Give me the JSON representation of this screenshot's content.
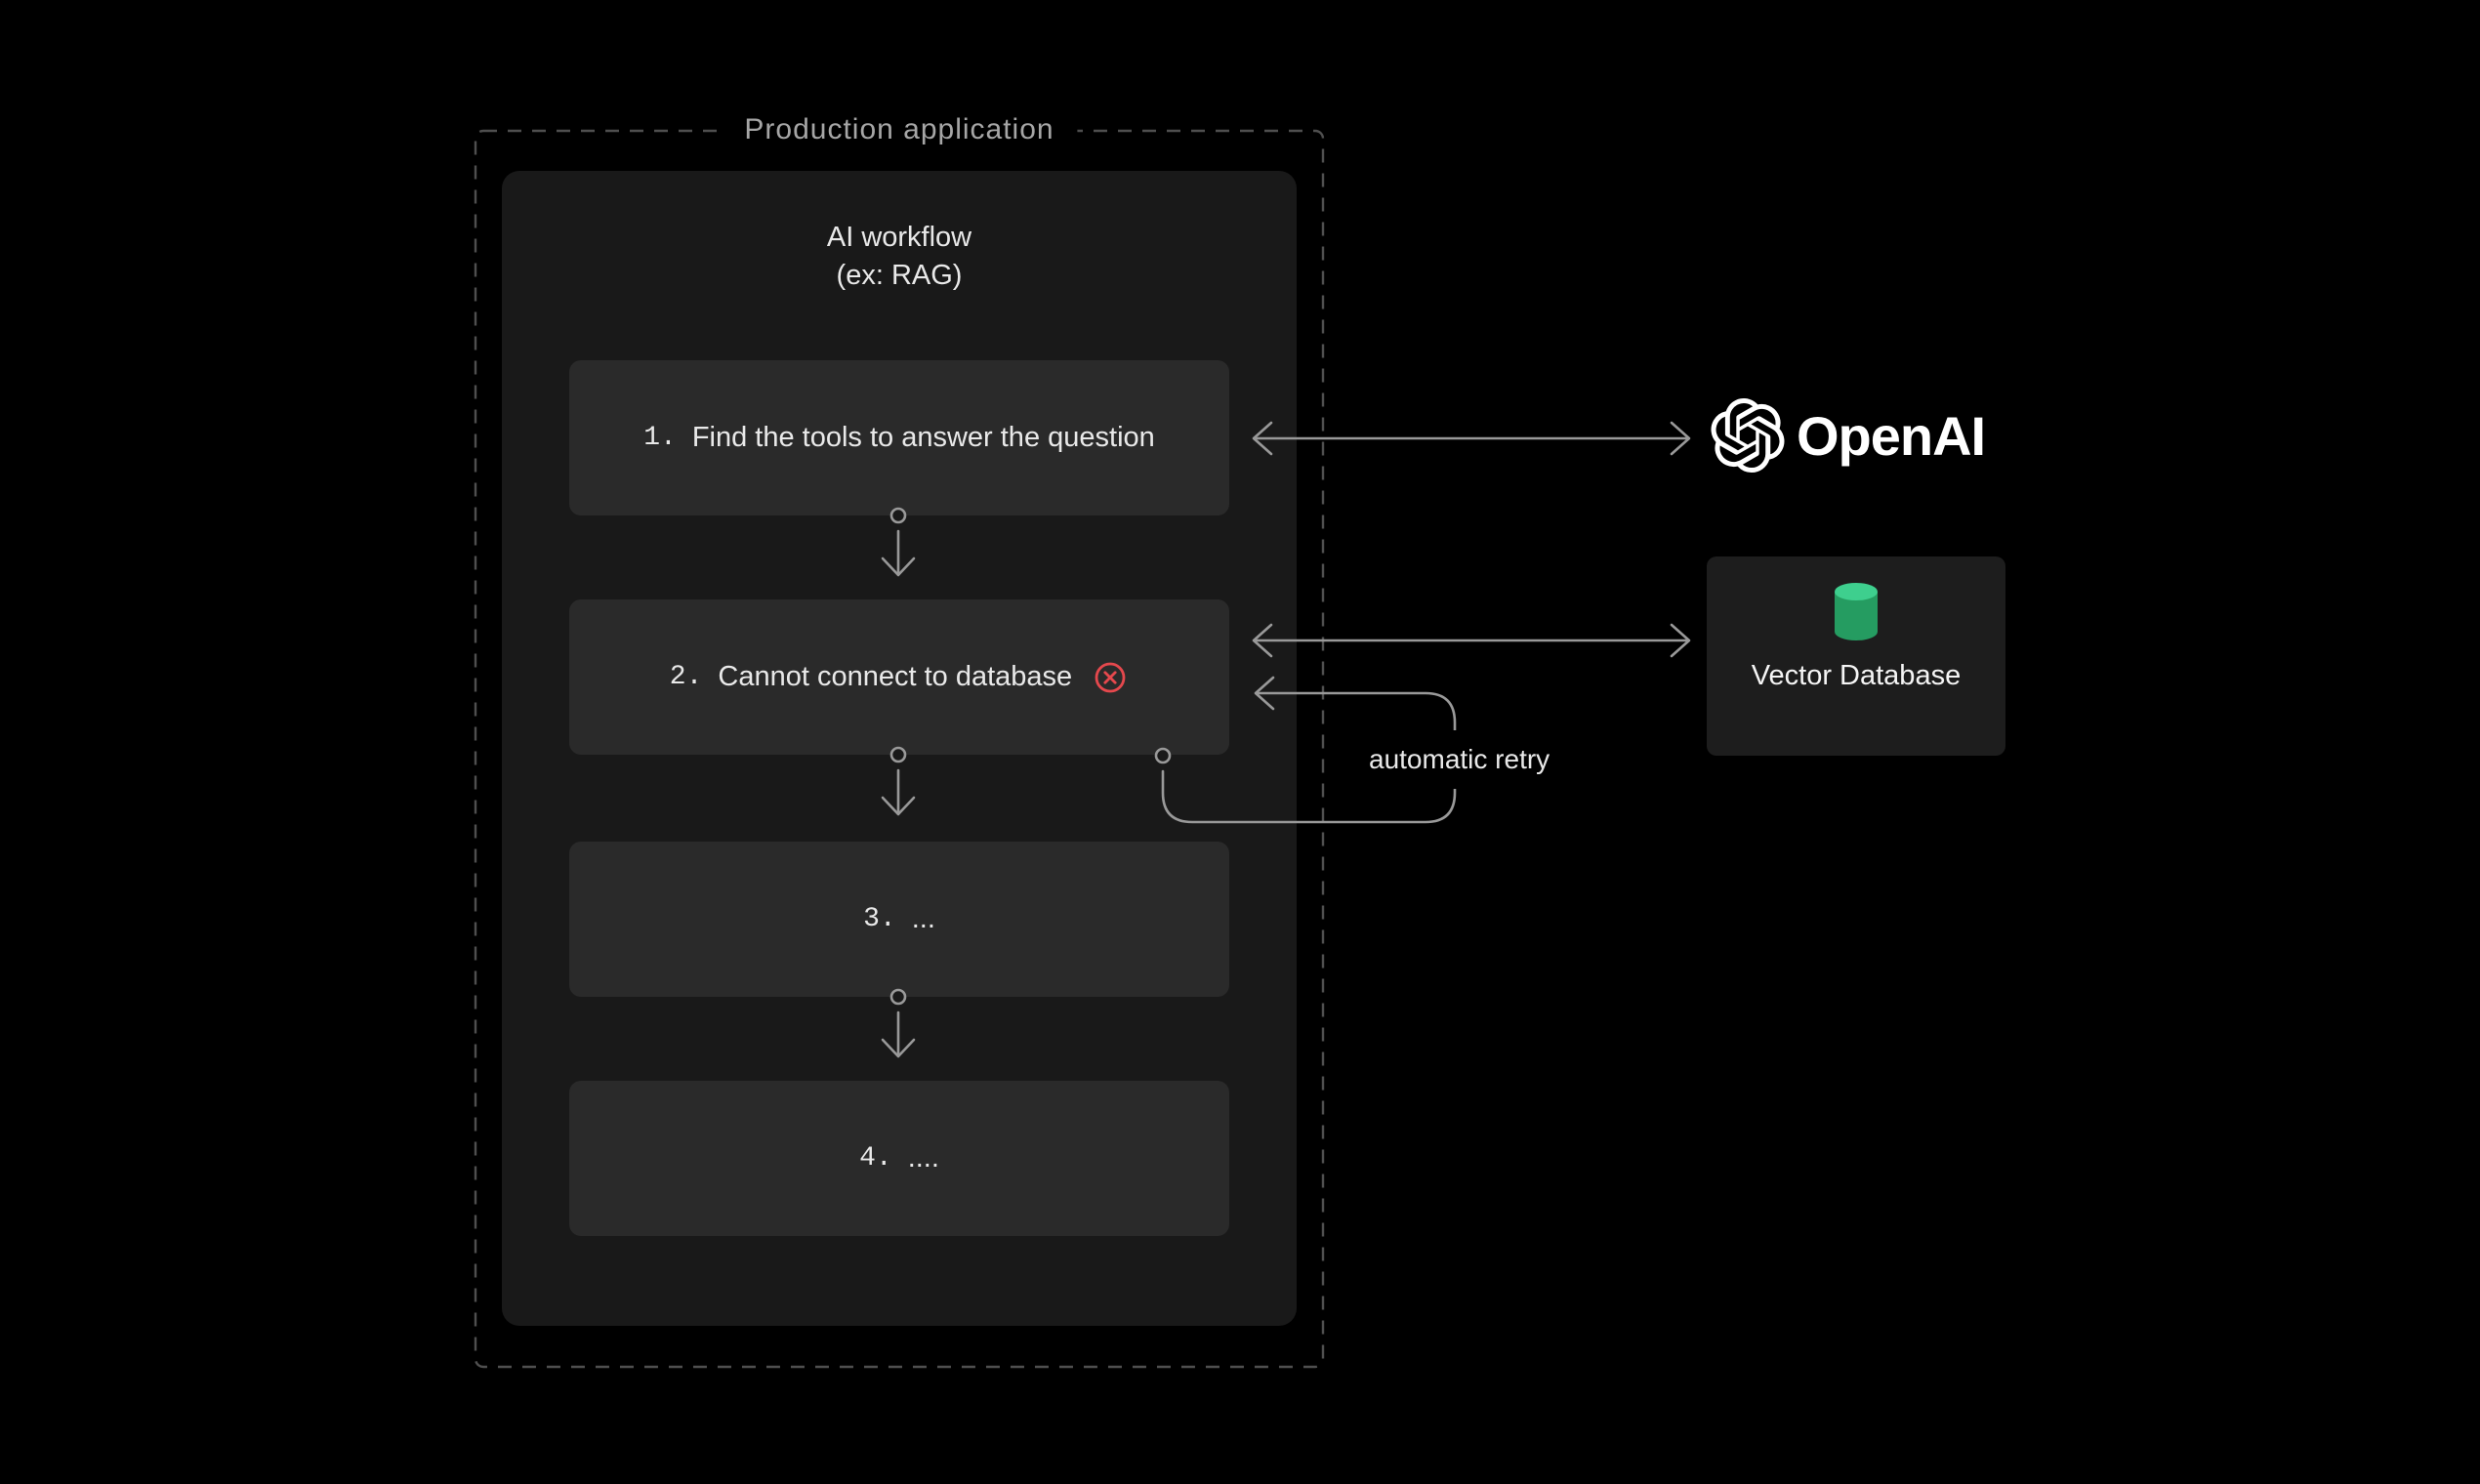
{
  "container": {
    "label": "Production application"
  },
  "workflow": {
    "title_line1": "AI workflow",
    "title_line2": "(ex: RAG)",
    "steps": [
      {
        "number": "1.",
        "text": "Find the tools to answer the question",
        "error": false
      },
      {
        "number": "2.",
        "text": "Cannot connect to database",
        "error": true
      },
      {
        "number": "3.",
        "text": "...",
        "error": false
      },
      {
        "number": "4.",
        "text": "....",
        "error": false
      }
    ]
  },
  "external": {
    "openai_label": "OpenAI",
    "vector_db_label": "Vector Database"
  },
  "annotations": {
    "retry_label": "automatic retry"
  },
  "icons": {
    "openai": "openai-flower-logo",
    "vector_db": "green-database-cylinder-icon",
    "step2_status": "red-circle-x-error-icon"
  },
  "colors": {
    "background": "#000000",
    "panel": "#191919",
    "step_box": "#2a2a2a",
    "step_text": "#e9e9e9",
    "muted_text": "#a6a6a6",
    "arrow": "#999999",
    "border_dash": "#4f4f4f",
    "error_red": "#e5484d",
    "openai_white": "#ffffff",
    "db_card": "#1d1d1d",
    "db_green_top": "#3ecf8e",
    "db_green_body": "#259c61"
  }
}
